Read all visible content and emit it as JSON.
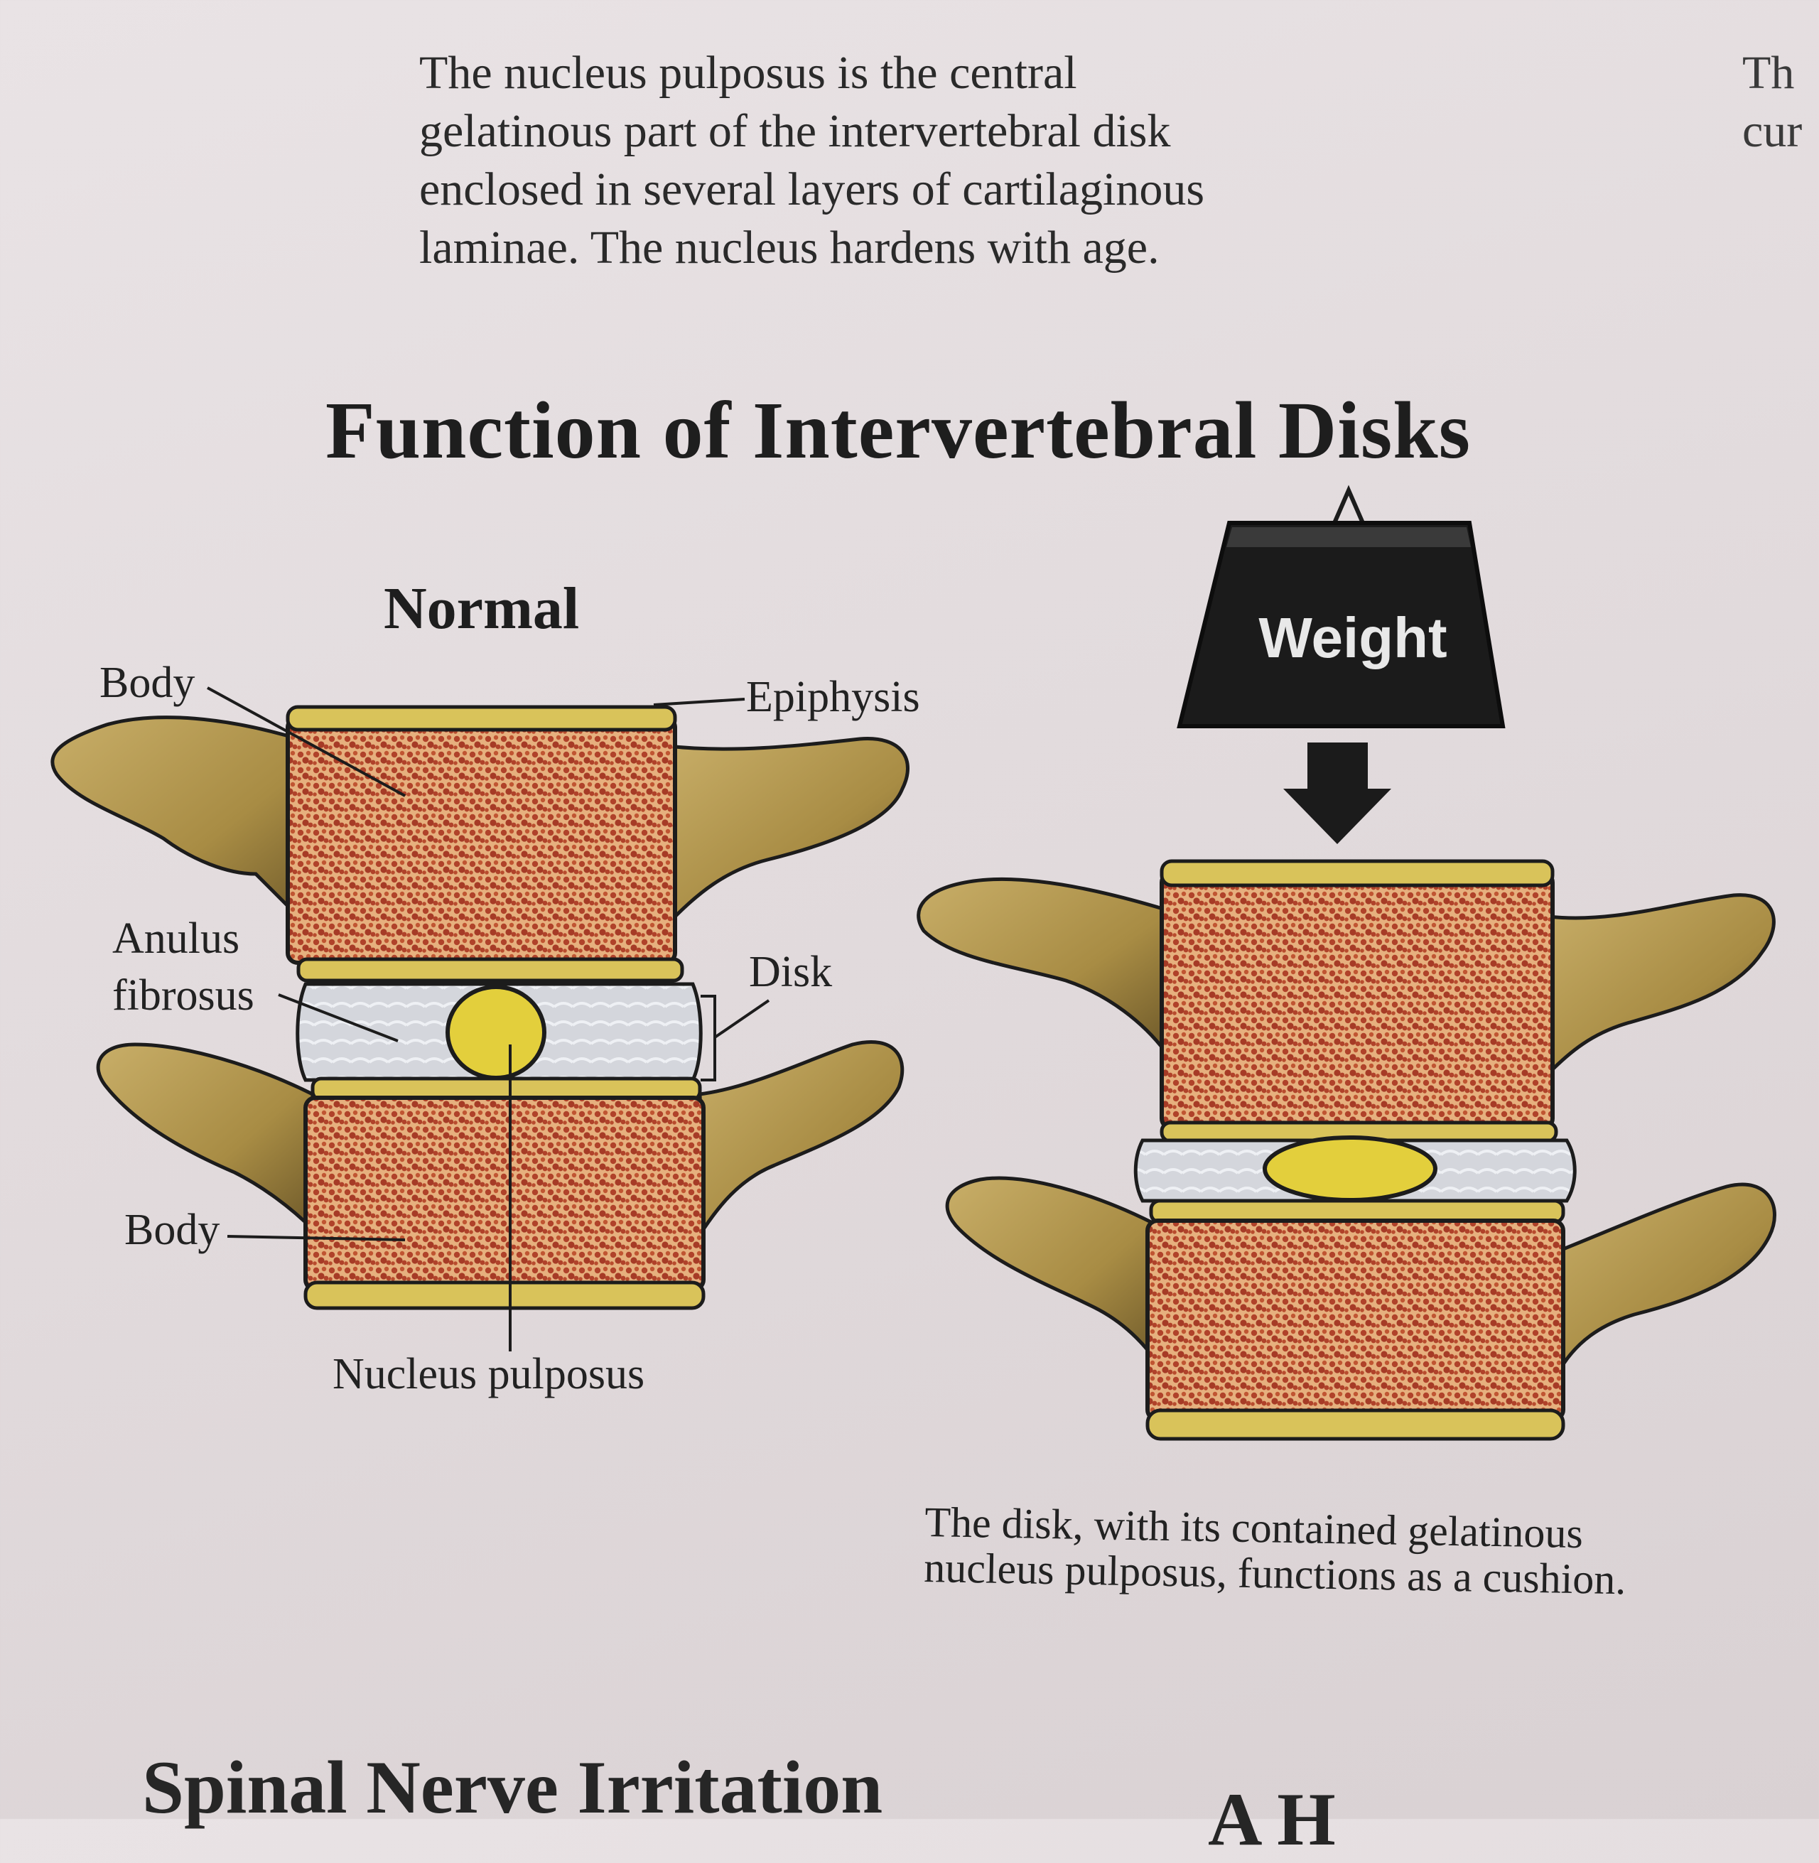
{
  "intro": {
    "lines": [
      "The nucleus pulposus is the central",
      "gelatinous part of the intervertebral disk",
      "enclosed in several layers of cartilaginous",
      "laminae. The nucleus hardens with age."
    ],
    "cut_right_lines": [
      "Th",
      "cur"
    ]
  },
  "title": "Function of Intervertebral Disks",
  "normal_diagram": {
    "title": "Normal",
    "labels": {
      "body_top": "Body",
      "epiphysis": "Epiphysis",
      "anulus_line1": "Anulus",
      "anulus_line2": "fibrosus",
      "disk": "Disk",
      "body_bottom": "Body",
      "nucleus": "Nucleus pulposus"
    }
  },
  "loaded_diagram": {
    "weight_label": "Weight",
    "caption_lines": [
      "The disk, with its contained gelatinous",
      "nucleus pulposus, functions as a cushion."
    ]
  },
  "bottom_headings": {
    "left": "Spinal Nerve Irritation",
    "right": "A H"
  },
  "colors": {
    "bone": "#b59a52",
    "bone_shadow": "#7a6530",
    "marrow": "#b5532e",
    "marrow_light": "#e0a070",
    "endplate": "#d9c35a",
    "anulus": "#cfd2d8",
    "nucleus": "#e3cf3c",
    "weight": "#1b1b1b",
    "page": "#e4dddf"
  }
}
